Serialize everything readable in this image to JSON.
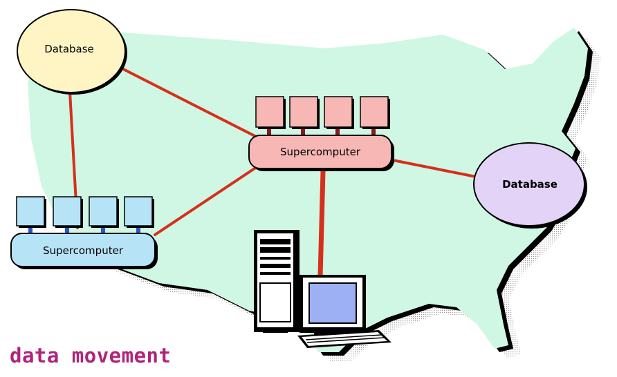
{
  "diagram": {
    "caption": "data movement",
    "nodes": {
      "db_northwest": {
        "label": "Database"
      },
      "db_east": {
        "label": "Database"
      },
      "super_central": {
        "label": "Supercomputer",
        "processor_count": 4
      },
      "super_west": {
        "label": "Supercomputer",
        "processor_count": 4
      },
      "workstation": {
        "label": ""
      }
    },
    "links": [
      [
        "db_northwest",
        "super_west"
      ],
      [
        "db_northwest",
        "super_central"
      ],
      [
        "super_west",
        "super_central"
      ],
      [
        "super_central",
        "db_east"
      ],
      [
        "super_central",
        "workstation"
      ]
    ],
    "colors": {
      "map_fill": "#cff7e3",
      "link": "#d6301c",
      "db_northwest_fill": "#fff5c4",
      "db_east_fill": "#e3d4f7",
      "super_central_fill": "#f7b7b4",
      "super_west_fill": "#b7e3f7",
      "caption": "#b0237a"
    }
  }
}
